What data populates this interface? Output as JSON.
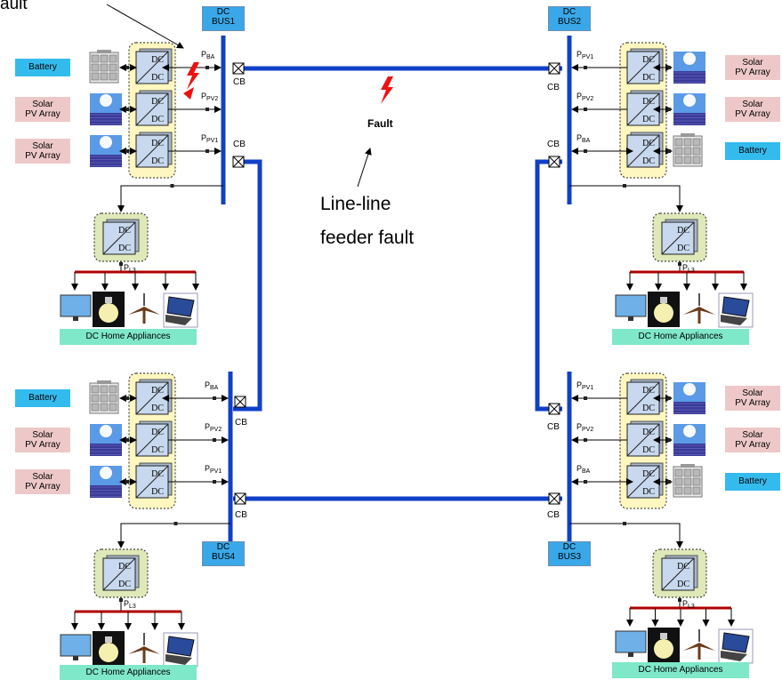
{
  "buses": {
    "bus1": {
      "line1": "DC",
      "line2": "BUS1"
    },
    "bus2": {
      "line1": "DC",
      "line2": "BUS2"
    },
    "bus3": {
      "line1": "DC",
      "line2": "BUS3"
    },
    "bus4": {
      "line1": "DC",
      "line2": "BUS4"
    }
  },
  "sources": {
    "battery": "Battery",
    "solar_line1": "Solar",
    "solar_line2": "PV Array"
  },
  "loads": {
    "label": "DC Home Appliances"
  },
  "converter": {
    "top": "DC",
    "bottom": "DC"
  },
  "breaker": {
    "label": "CB"
  },
  "power": {
    "p": "P",
    "ba": "BA",
    "pv1": "PV1",
    "pv2": "PV2",
    "l3": "L3"
  },
  "fault": {
    "label": "Fault",
    "corner_label": "ault",
    "callout_line1": "Line-line",
    "callout_line2": "feeder fault"
  },
  "colors": {
    "feeder": "#1040c8",
    "bus": "#1040c8",
    "load_bar": "#b00000",
    "fault_bolt": "#ee1111",
    "converter_group": "#fff6c0",
    "load_converter_group": "#dfe8b8",
    "converter_fill": "#c8d8ee"
  }
}
